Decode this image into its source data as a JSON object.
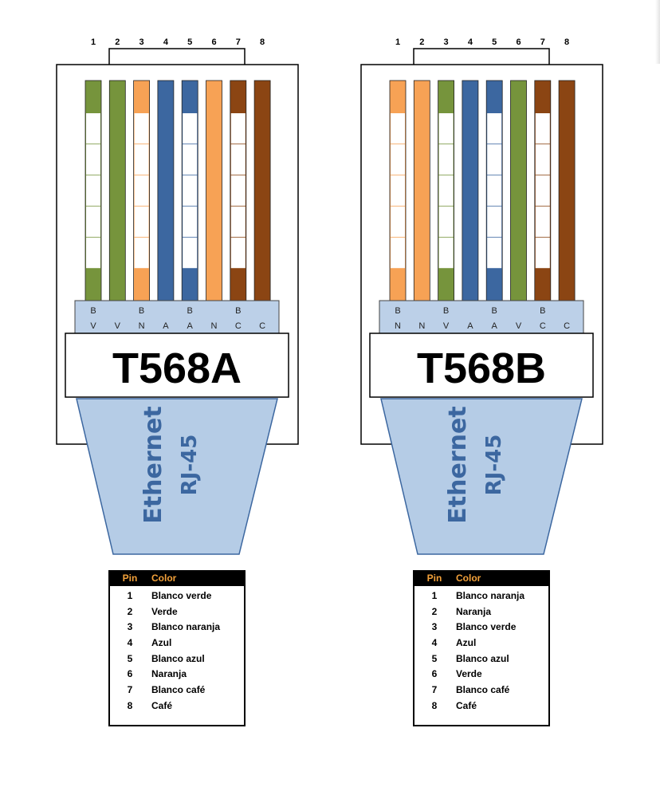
{
  "colors": {
    "green": "#76943c",
    "orange": "#f7a255",
    "blue": "#3c67a0",
    "brown": "#8b4513",
    "white": "#ffffff",
    "label_strip": "#bcd0e8",
    "boot": "#b5cce6",
    "boot_text": "#3c67a0",
    "table_header_text": "#f3a13a"
  },
  "connectors": [
    {
      "title": "T568A",
      "pin_numbers": [
        "1",
        "2",
        "3",
        "4",
        "5",
        "6",
        "7",
        "8"
      ],
      "wires": [
        {
          "color": "green",
          "striped": true,
          "code_top": "B",
          "code_bottom": "V"
        },
        {
          "color": "green",
          "striped": false,
          "code_top": "",
          "code_bottom": "V"
        },
        {
          "color": "orange",
          "striped": true,
          "code_top": "B",
          "code_bottom": "N"
        },
        {
          "color": "blue",
          "striped": false,
          "code_top": "",
          "code_bottom": "A"
        },
        {
          "color": "blue",
          "striped": true,
          "code_top": "B",
          "code_bottom": "A"
        },
        {
          "color": "orange",
          "striped": false,
          "code_top": "",
          "code_bottom": "N"
        },
        {
          "color": "brown",
          "striped": true,
          "code_top": "B",
          "code_bottom": "C"
        },
        {
          "color": "brown",
          "striped": false,
          "code_top": "",
          "code_bottom": "C"
        }
      ],
      "boot_line1": "Ethernet",
      "boot_line2": "RJ-45",
      "table": {
        "header_pin": "Pin",
        "header_color": "Color",
        "rows": [
          {
            "pin": "1",
            "color": "Blanco verde"
          },
          {
            "pin": "2",
            "color": "Verde"
          },
          {
            "pin": "3",
            "color": "Blanco naranja"
          },
          {
            "pin": "4",
            "color": "Azul"
          },
          {
            "pin": "5",
            "color": "Blanco azul"
          },
          {
            "pin": "6",
            "color": "Naranja"
          },
          {
            "pin": "7",
            "color": "Blanco café"
          },
          {
            "pin": "8",
            "color": "Café"
          }
        ]
      }
    },
    {
      "title": "T568B",
      "pin_numbers": [
        "1",
        "2",
        "3",
        "4",
        "5",
        "6",
        "7",
        "8"
      ],
      "wires": [
        {
          "color": "orange",
          "striped": true,
          "code_top": "B",
          "code_bottom": "N"
        },
        {
          "color": "orange",
          "striped": false,
          "code_top": "",
          "code_bottom": "N"
        },
        {
          "color": "green",
          "striped": true,
          "code_top": "B",
          "code_bottom": "V"
        },
        {
          "color": "blue",
          "striped": false,
          "code_top": "",
          "code_bottom": "A"
        },
        {
          "color": "blue",
          "striped": true,
          "code_top": "B",
          "code_bottom": "A"
        },
        {
          "color": "green",
          "striped": false,
          "code_top": "",
          "code_bottom": "V"
        },
        {
          "color": "brown",
          "striped": true,
          "code_top": "B",
          "code_bottom": "C"
        },
        {
          "color": "brown",
          "striped": false,
          "code_top": "",
          "code_bottom": "C"
        }
      ],
      "boot_line1": "Ethernet",
      "boot_line2": "RJ-45",
      "table": {
        "header_pin": "Pin",
        "header_color": "Color",
        "rows": [
          {
            "pin": "1",
            "color": "Blanco naranja"
          },
          {
            "pin": "2",
            "color": "Naranja"
          },
          {
            "pin": "3",
            "color": "Blanco verde"
          },
          {
            "pin": "4",
            "color": "Azul"
          },
          {
            "pin": "5",
            "color": "Blanco azul"
          },
          {
            "pin": "6",
            "color": "Verde"
          },
          {
            "pin": "7",
            "color": "Blanco café"
          },
          {
            "pin": "8",
            "color": "Café"
          }
        ]
      }
    }
  ]
}
